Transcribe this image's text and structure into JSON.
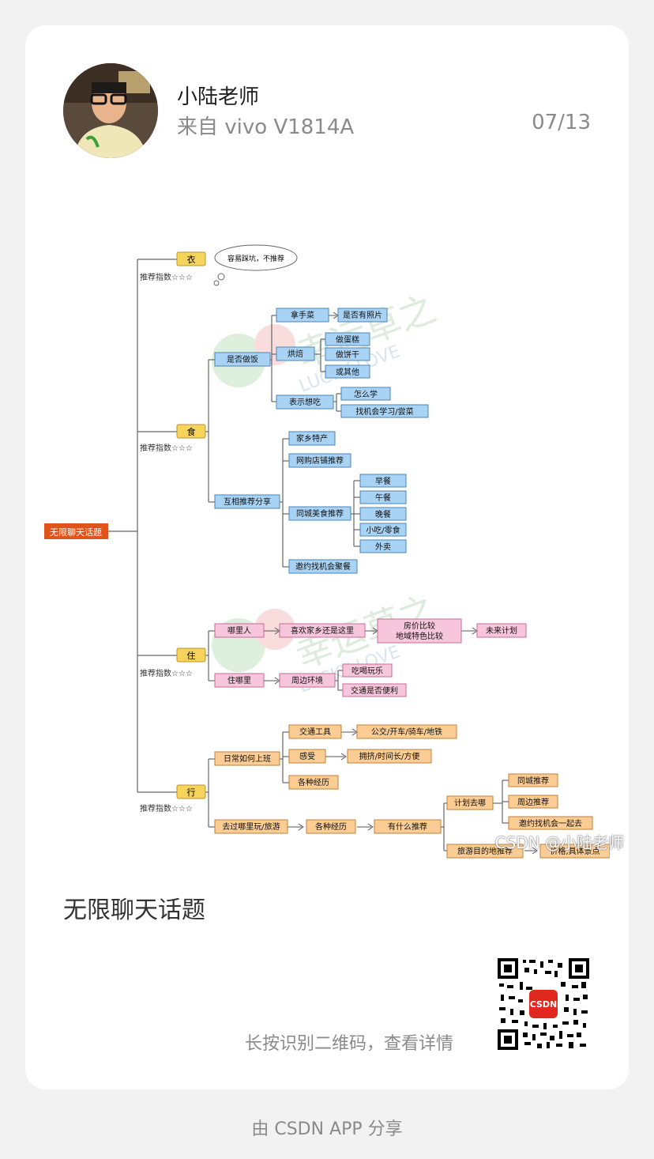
{
  "author": {
    "name": "小陆老师",
    "source": "来自 vivo V1814A",
    "date": "07/13"
  },
  "mindmap": {
    "root": "无限聊天话题",
    "branches": [
      {
        "label": "衣",
        "rating": "推荐指数☆☆☆",
        "note": "容易踩坑，不推荐"
      },
      {
        "label": "食",
        "rating": "推荐指数☆☆☆",
        "children": [
          {
            "label": "是否做饭",
            "children": [
              {
                "label": "拿手菜",
                "children": [
                  "是否有照片"
                ]
              },
              {
                "label": "烘焙",
                "children": [
                  "做蛋糕",
                  "做饼干",
                  "或其他"
                ]
              },
              {
                "label": "表示想吃",
                "children": [
                  "怎么学",
                  "找机会学习/尝菜"
                ]
              }
            ]
          },
          {
            "label": "互相推荐分享",
            "children": [
              {
                "label": "家乡特产"
              },
              {
                "label": "网购店铺推荐"
              },
              {
                "label": "同城美食推荐",
                "children": [
                  "早餐",
                  "午餐",
                  "晚餐",
                  "小吃/零食",
                  "外卖"
                ]
              },
              {
                "label": "邀约找机会聚餐"
              }
            ]
          }
        ]
      },
      {
        "label": "住",
        "rating": "推荐指数☆☆☆",
        "children": [
          {
            "label": "哪里人",
            "chain": [
              "喜欢家乡还是这里",
              "房价比较",
              "地域特色比较",
              "未来计划"
            ]
          },
          {
            "label": "住哪里",
            "chain": [
              "周边环境"
            ],
            "children": [
              "吃喝玩乐",
              "交通是否便利"
            ]
          }
        ]
      },
      {
        "label": "行",
        "rating": "推荐指数☆☆☆",
        "children": [
          {
            "label": "日常如何上班",
            "children": [
              {
                "label": "交通工具",
                "children": [
                  "公交/开车/骑车/地铁"
                ]
              },
              {
                "label": "感受",
                "children": [
                  "拥挤/时间长/方便"
                ]
              },
              {
                "label": "各种经历"
              }
            ]
          },
          {
            "label": "去过哪里玩/旅游",
            "chain": [
              "各种经历",
              "有什么推荐"
            ],
            "children": [
              {
                "label": "计划去哪",
                "children": [
                  "同城推荐",
                  "周边推荐",
                  "邀约找机会一起去"
                ]
              },
              {
                "label": "旅游目的地推荐",
                "children": [
                  "价格,具体景点"
                ]
              }
            ]
          }
        ]
      }
    ],
    "watermark_left": "幸运草之恋",
    "watermark_sub": "LUCKY LOVE"
  },
  "watermark": "CSDN @小陆老师",
  "post_title": "无限聊天话题",
  "qr": {
    "hint": "长按识别二维码，查看详情",
    "logo_text": "CSDN"
  },
  "footer": "由 CSDN APP 分享",
  "colors": {
    "orange_root": "#e0541b",
    "yellow": "#f6d35b",
    "blue": "#a9d3f5",
    "pink": "#f8c6dc",
    "peach": "#fbcd94"
  }
}
